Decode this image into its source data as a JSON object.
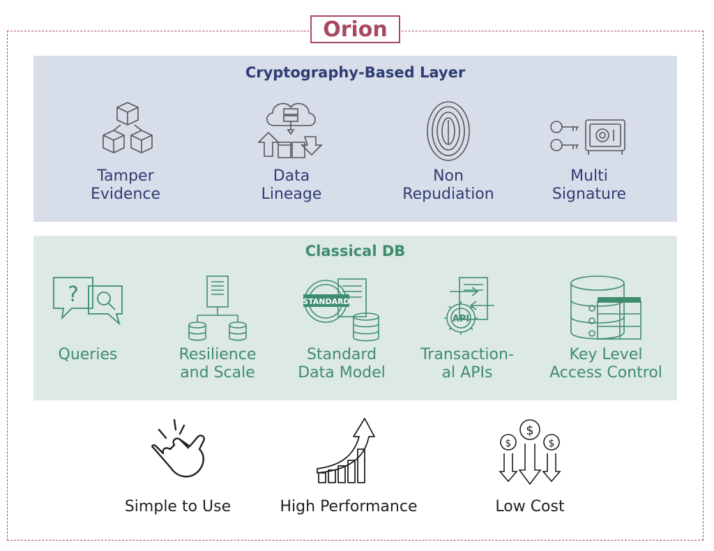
{
  "title": "Orion",
  "colors": {
    "frame": "#a8485f",
    "crypto_panel_bg": "#d7dde9",
    "crypto_text": "#2f3c74",
    "db_panel_bg": "#dde9e4",
    "db_text": "#3d8c6e"
  },
  "crypto_layer": {
    "heading": "Cryptography-Based Layer",
    "items": [
      {
        "label": "Tamper\nEvidence",
        "icon": "stacked-cubes-icon"
      },
      {
        "label": "Data\nLineage",
        "icon": "cloud-data-transfer-icon"
      },
      {
        "label": "Non\nRepudiation",
        "icon": "fingerprint-icon"
      },
      {
        "label": "Multi\nSignature",
        "icon": "keys-and-safe-icon"
      }
    ]
  },
  "classical_db": {
    "heading": "Classical DB",
    "items": [
      {
        "label": "Queries",
        "icon": "question-search-bubbles-icon"
      },
      {
        "label": "Resilience\nand Scale",
        "icon": "server-databases-icon"
      },
      {
        "label": "Standard\nData Model",
        "icon": "standard-stamp-database-icon"
      },
      {
        "label": "Transaction-\nal APIs",
        "icon": "api-gear-document-icon"
      },
      {
        "label": "Key Level\nAccess Control",
        "icon": "database-table-icon"
      }
    ]
  },
  "benefits": {
    "items": [
      {
        "label": "Simple to Use",
        "icon": "finger-snap-icon"
      },
      {
        "label": "High Performance",
        "icon": "rising-bar-chart-arrow-icon"
      },
      {
        "label": "Low Cost",
        "icon": "falling-dollar-coins-icon"
      }
    ]
  }
}
